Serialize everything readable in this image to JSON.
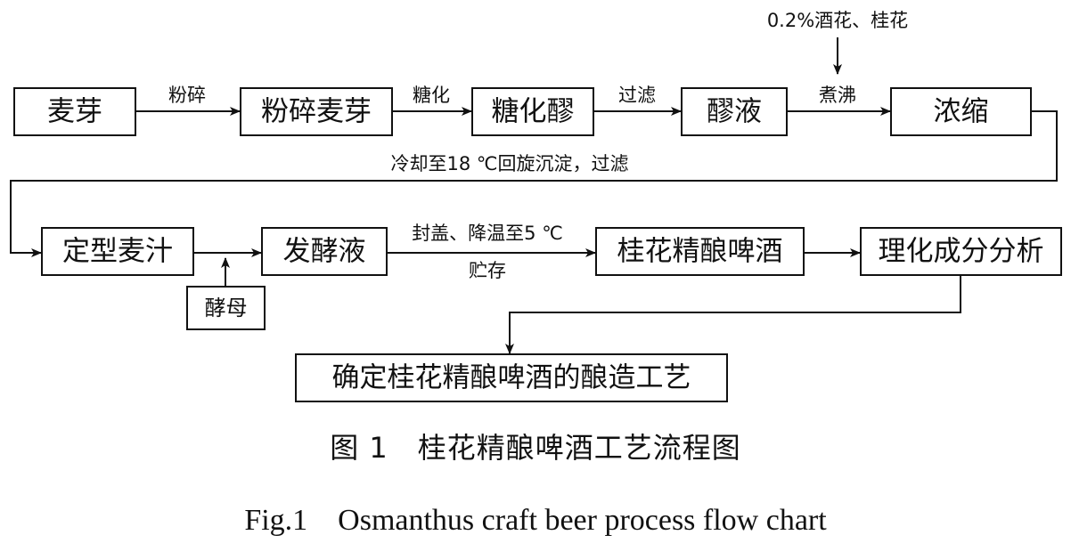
{
  "diagram": {
    "nodes": {
      "malt": "麦芽",
      "crushed_malt": "粉碎麦芽",
      "saccharified_mash": "糖化醪",
      "mash_liquid": "醪液",
      "concentrate": "浓缩",
      "shaped_wort": "定型麦汁",
      "fermented_liquid": "发酵液",
      "osmanthus_craft_beer": "桂花精酿啤酒",
      "physicochemical_analysis": "理化成分分析",
      "yeast": "酵母",
      "determine_process": "确定桂花精酿啤酒的酿造工艺"
    },
    "edge_labels": {
      "crush": "粉碎",
      "saccharify": "糖化",
      "filter": "过滤",
      "boil": "煮沸",
      "additives": "0.2%酒花、桂花",
      "cool_whirlpool": "冷却至18 ℃回旋沉淀，过滤",
      "cap_cool": "封盖、降温至5 ℃",
      "store": "贮存"
    }
  },
  "caption": {
    "zh": "图 1　桂花精酿啤酒工艺流程图",
    "en": "Fig.1　Osmanthus craft beer process flow chart"
  }
}
